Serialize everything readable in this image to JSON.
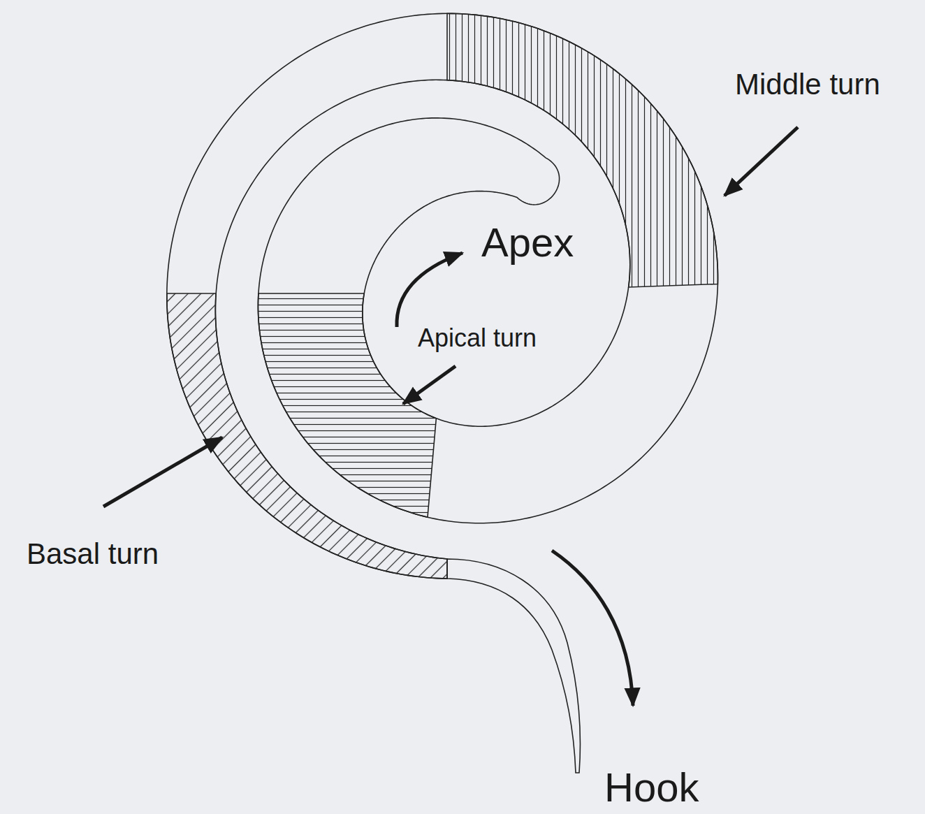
{
  "diagram": {
    "labels": [
      "Middle turn",
      "Apex",
      "Apical turn",
      "Basal turn",
      "Hook"
    ]
  }
}
